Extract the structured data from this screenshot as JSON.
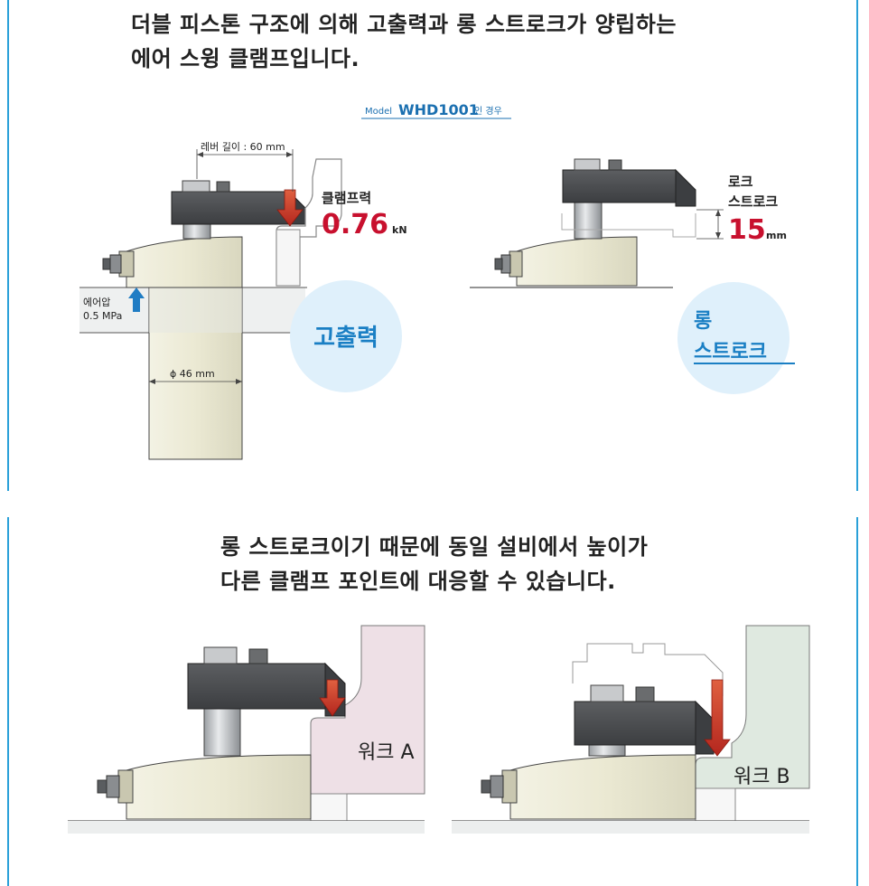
{
  "top": {
    "heading_line1": "더블 피스톤 구조에 의해 고출력과 롱 스트로크가 양립하는",
    "heading_line2": "에어 스윙 클램프입니다.",
    "model_prefix": "Model",
    "model_name": "WHD1001",
    "model_suffix": "인 경우",
    "lever_length": "레버 길이 : 60 mm",
    "clamp_force_label": "클램프력",
    "clamp_force_value": "0.76",
    "clamp_force_unit": "kN",
    "air_pressure_label": "에어압",
    "air_pressure_value": "0.5 MPa",
    "diameter": "ϕ 46 mm",
    "bubble_high_output": "고출력",
    "lock_stroke_line1": "로크",
    "lock_stroke_line2": "스트로크",
    "lock_stroke_value": "15",
    "lock_stroke_unit": "mm",
    "bubble_long_line1": "롱",
    "bubble_long_line2": "스트로크"
  },
  "bottom": {
    "heading_line1": "롱 스트로크이기 때문에 동일 설비에서 높이가",
    "heading_line2": "다른 클램프 포인트에 대응할 수 있습니다.",
    "work_a": "워크 A",
    "work_b": "워크 B"
  },
  "colors": {
    "frame_blue": "#2aa0d8",
    "accent_red": "#c8102e",
    "bubble_fill": "#dff0fb",
    "bubble_text": "#1a7fc4",
    "work_a_fill": "#eee0e6",
    "work_b_fill": "#dfe9e0",
    "body_cream": "#ecebd8",
    "lever_dark": "#4a4c4f"
  }
}
